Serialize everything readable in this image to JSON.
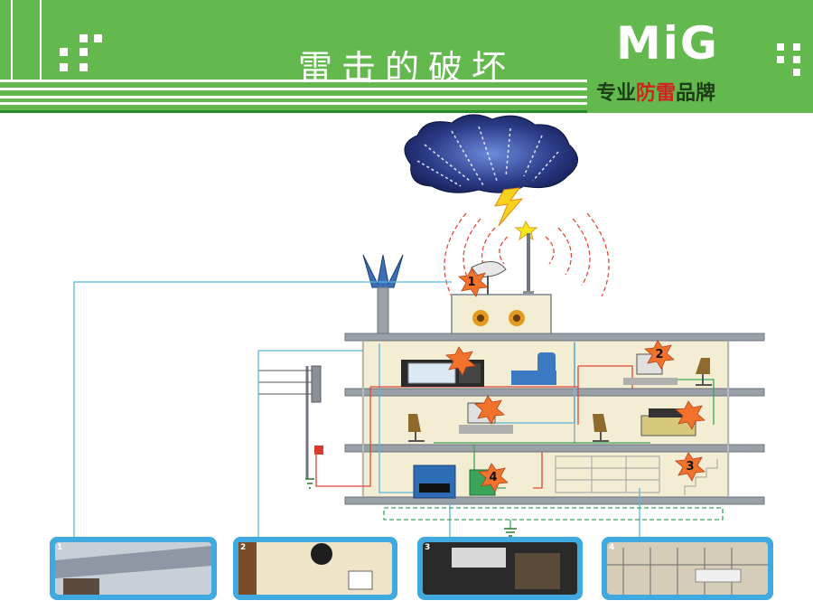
{
  "header": {
    "title": "雷击的破坏",
    "background_color": "#63b84e"
  },
  "logo": {
    "text": "MiG",
    "slogan_dark_1": "专业",
    "slogan_red": "防雷",
    "slogan_dark_2": "品牌"
  },
  "diagram": {
    "markers": [
      "1",
      "2",
      "3",
      "4"
    ],
    "photos": [
      {
        "label": "1",
        "icon": "roof-damage-photo"
      },
      {
        "label": "2",
        "icon": "burnt-socket-photo"
      },
      {
        "label": "3",
        "icon": "burnt-circuit-board-photo"
      },
      {
        "label": "4",
        "icon": "distribution-panel-photo"
      }
    ],
    "colors": {
      "floor": "#9aa0a8",
      "room": "#f3edd3",
      "wire_blue": "#59b7d9",
      "wire_red": "#e0453a",
      "wire_green": "#3aa55a",
      "spark": "#f0722b"
    }
  }
}
